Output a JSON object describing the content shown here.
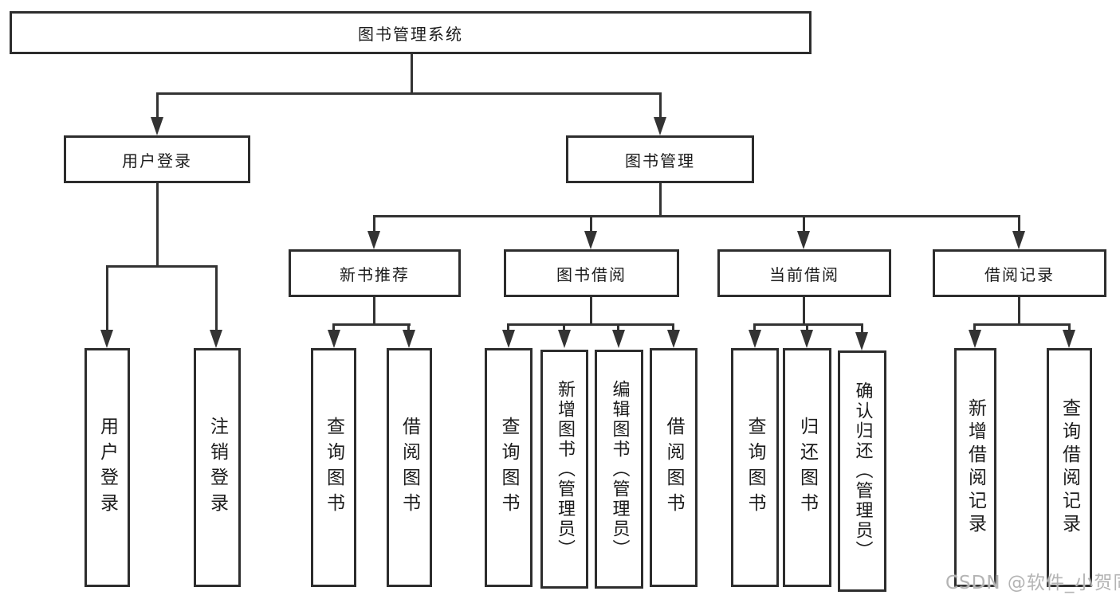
{
  "diagram": {
    "root": "图书管理系统",
    "level2": [
      {
        "label": "用户登录",
        "children": [
          "用户登录",
          "注销登录"
        ]
      },
      {
        "label": "图书管理"
      }
    ],
    "level3": [
      {
        "label": "新书推荐",
        "children": [
          "查询图书",
          "借阅图书"
        ]
      },
      {
        "label": "图书借阅",
        "children": [
          "查询图书",
          "新增图书（管理员）",
          "编辑图书（管理员）",
          "借阅图书"
        ]
      },
      {
        "label": "当前借阅",
        "children": [
          "查询图书",
          "归还图书",
          "确认归还（管理员）"
        ]
      },
      {
        "label": "借阅记录",
        "children": [
          "新增借阅记录",
          "查询借阅记录"
        ]
      }
    ]
  },
  "watermark": "CSDN @软件_小贺同学",
  "colors": {
    "line": "#333333",
    "border": "#2d2d2d",
    "text": "#1c1c1c",
    "watermark": "#b4b4b4"
  }
}
